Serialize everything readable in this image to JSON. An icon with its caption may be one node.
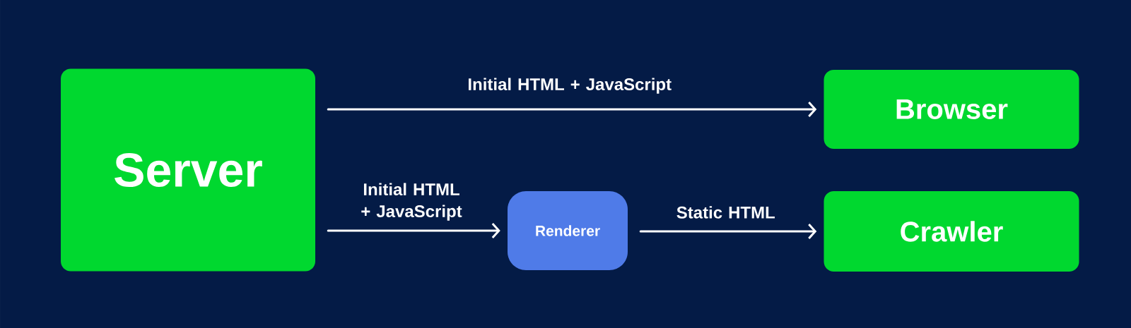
{
  "diagram": {
    "nodes": [
      {
        "text": [
          "Server"
        ]
      },
      {
        "text": [
          "Browser"
        ]
      },
      {
        "text": [
          "Renderer"
        ]
      },
      {
        "text": [
          "Crawler"
        ]
      }
    ],
    "edges": [
      {
        "from": 0,
        "to": 1,
        "arrow": "to",
        "label": "Initial HTML + JavaScript"
      },
      {
        "from": 0,
        "to": 2,
        "arrow": "to",
        "label": "Initial HTML + JavaScript"
      },
      {
        "from": 2,
        "to": 3,
        "arrow": "to",
        "label": "Static HTML"
      }
    ]
  }
}
